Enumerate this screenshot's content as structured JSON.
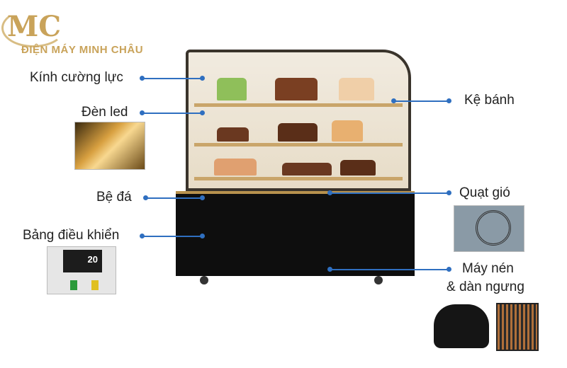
{
  "brand": {
    "logo_initials": "MC",
    "name": "ĐIỆN MÁY MINH CHÂU",
    "color": "#c9a35a"
  },
  "labels": {
    "glass": "Kính cường lực",
    "led": "Đèn led",
    "stone_base": "Bệ đá",
    "control_panel": "Bảng điều khiển",
    "shelf": "Kệ bánh",
    "fan": "Quạt gió",
    "compressor_line1": "Máy nén",
    "compressor_line2": "& dàn ngưng"
  },
  "control_panel_display": "20",
  "colors": {
    "line": "#2f6fc0",
    "gold": "#c9a56a"
  }
}
